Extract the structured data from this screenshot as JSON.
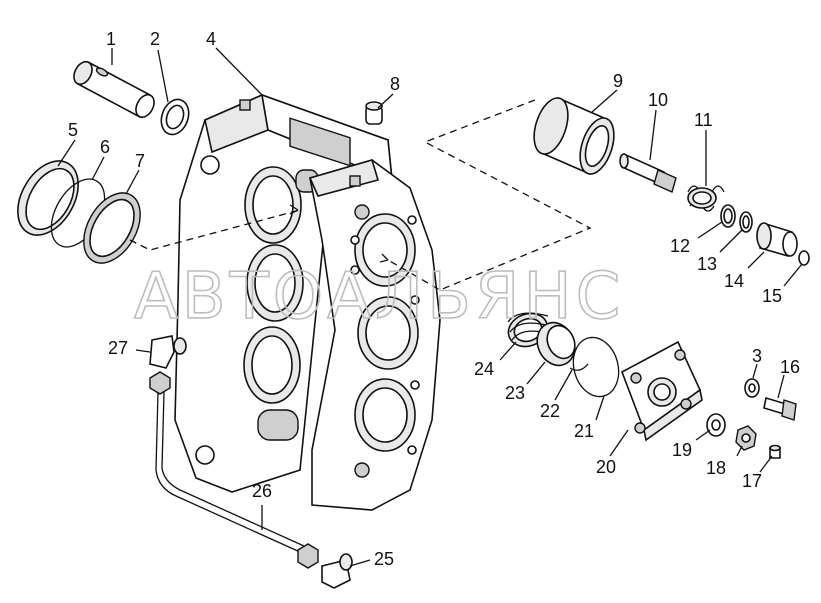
{
  "watermark": "АВТОАЛЬЯНС",
  "labels": {
    "p1": "1",
    "p2": "2",
    "p3": "3",
    "p4": "4",
    "p5": "5",
    "p6": "6",
    "p7": "7",
    "p8": "8",
    "p9": "9",
    "p10": "10",
    "p11": "11",
    "p12": "12",
    "p13": "13",
    "p14": "14",
    "p15": "15",
    "p16": "16",
    "p17": "17",
    "p18": "18",
    "p19": "19",
    "p20": "20",
    "p21": "21",
    "p22": "22",
    "p23": "23",
    "p24": "24",
    "p25": "25",
    "p26": "26",
    "p27": "27"
  }
}
